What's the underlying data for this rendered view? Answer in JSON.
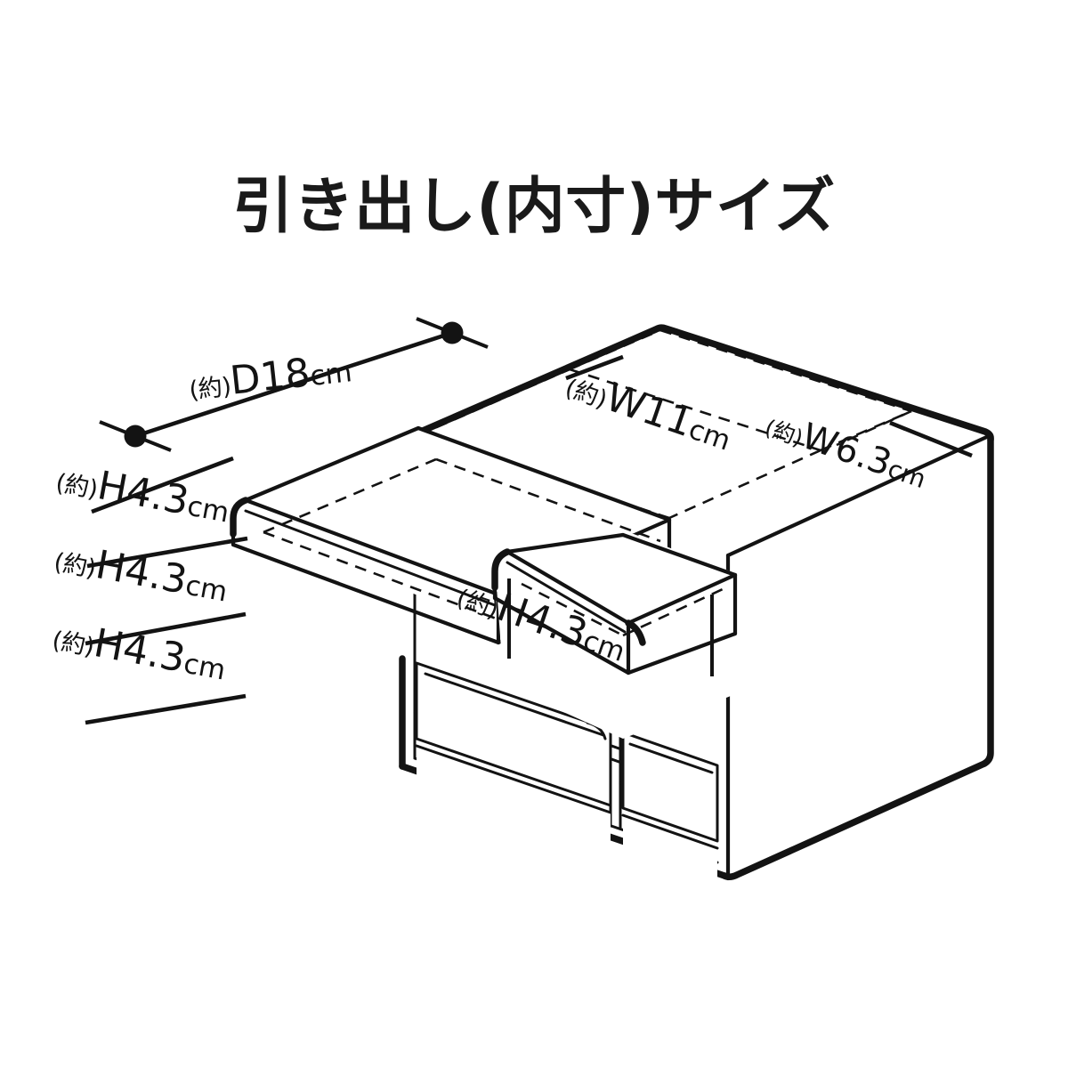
{
  "page": {
    "title": "引き出し(内寸)サイズ",
    "background_color": "#ffffff",
    "ink_color": "#131313"
  },
  "dimensions": {
    "depth": {
      "name": "drawer-depth",
      "approx_prefix": "(約)",
      "value": "D18",
      "unit": "cm",
      "full": "(約)D18cm"
    },
    "width_large": {
      "name": "large-drawer-width",
      "approx_prefix": "(約)",
      "value": "W11",
      "unit": "cm",
      "full": "(約)W11cm"
    },
    "width_small": {
      "name": "small-drawer-width",
      "approx_prefix": "(約)",
      "value": "W6.3",
      "unit": "cm",
      "full": "(約)W6.3cm"
    },
    "heights": [
      {
        "name": "drawer-height-row-1",
        "approx_prefix": "(約)",
        "value": "H4.3",
        "unit": "cm",
        "full": "(約)H4.3cm"
      },
      {
        "name": "drawer-height-row-2",
        "approx_prefix": "(約)",
        "value": "H4.3",
        "unit": "cm",
        "full": "(約)H4.3cm"
      },
      {
        "name": "drawer-height-row-3",
        "approx_prefix": "(約)",
        "value": "H4.3",
        "unit": "cm",
        "full": "(約)H4.3cm"
      }
    ],
    "height_small_drawer": {
      "name": "small-drawer-height",
      "approx_prefix": "(約)",
      "value": "H4.3",
      "unit": "cm",
      "full": "(約)H4.3cm"
    }
  }
}
